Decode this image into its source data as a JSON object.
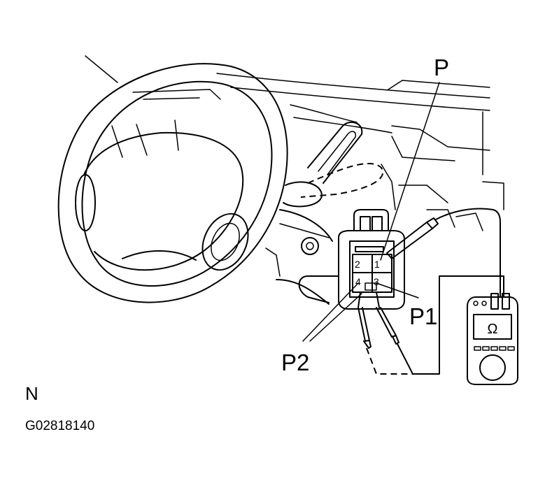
{
  "labels": {
    "probe_p": "P",
    "probe_p1": "P1",
    "probe_p2": "P2"
  },
  "connector": {
    "pins": [
      "1",
      "2",
      "3",
      "4"
    ]
  },
  "meter": {
    "symbol": "Ω"
  },
  "figure": {
    "orientation": "N",
    "code": "G02818140"
  }
}
